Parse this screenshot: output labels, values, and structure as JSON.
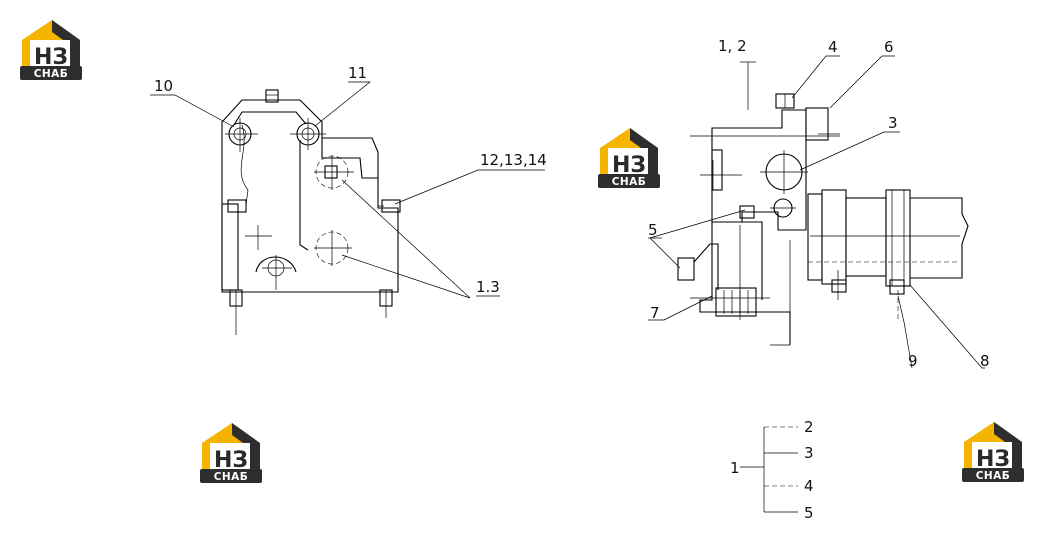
{
  "logo": {
    "primary": "НЗ",
    "secondary": "СНАБ",
    "colors": {
      "yellow": "#f5b400",
      "dark": "#2e2e2e",
      "white": "#ffffff"
    }
  },
  "left_view": {
    "callouts": [
      "10",
      "11",
      "12,13,14",
      "1.3"
    ]
  },
  "right_view": {
    "callouts": [
      "1, 2",
      "4",
      "6",
      "3",
      "5",
      "7",
      "9",
      "8"
    ]
  },
  "legend": {
    "root": "1",
    "items": [
      "2",
      "3",
      "4",
      "5"
    ]
  }
}
